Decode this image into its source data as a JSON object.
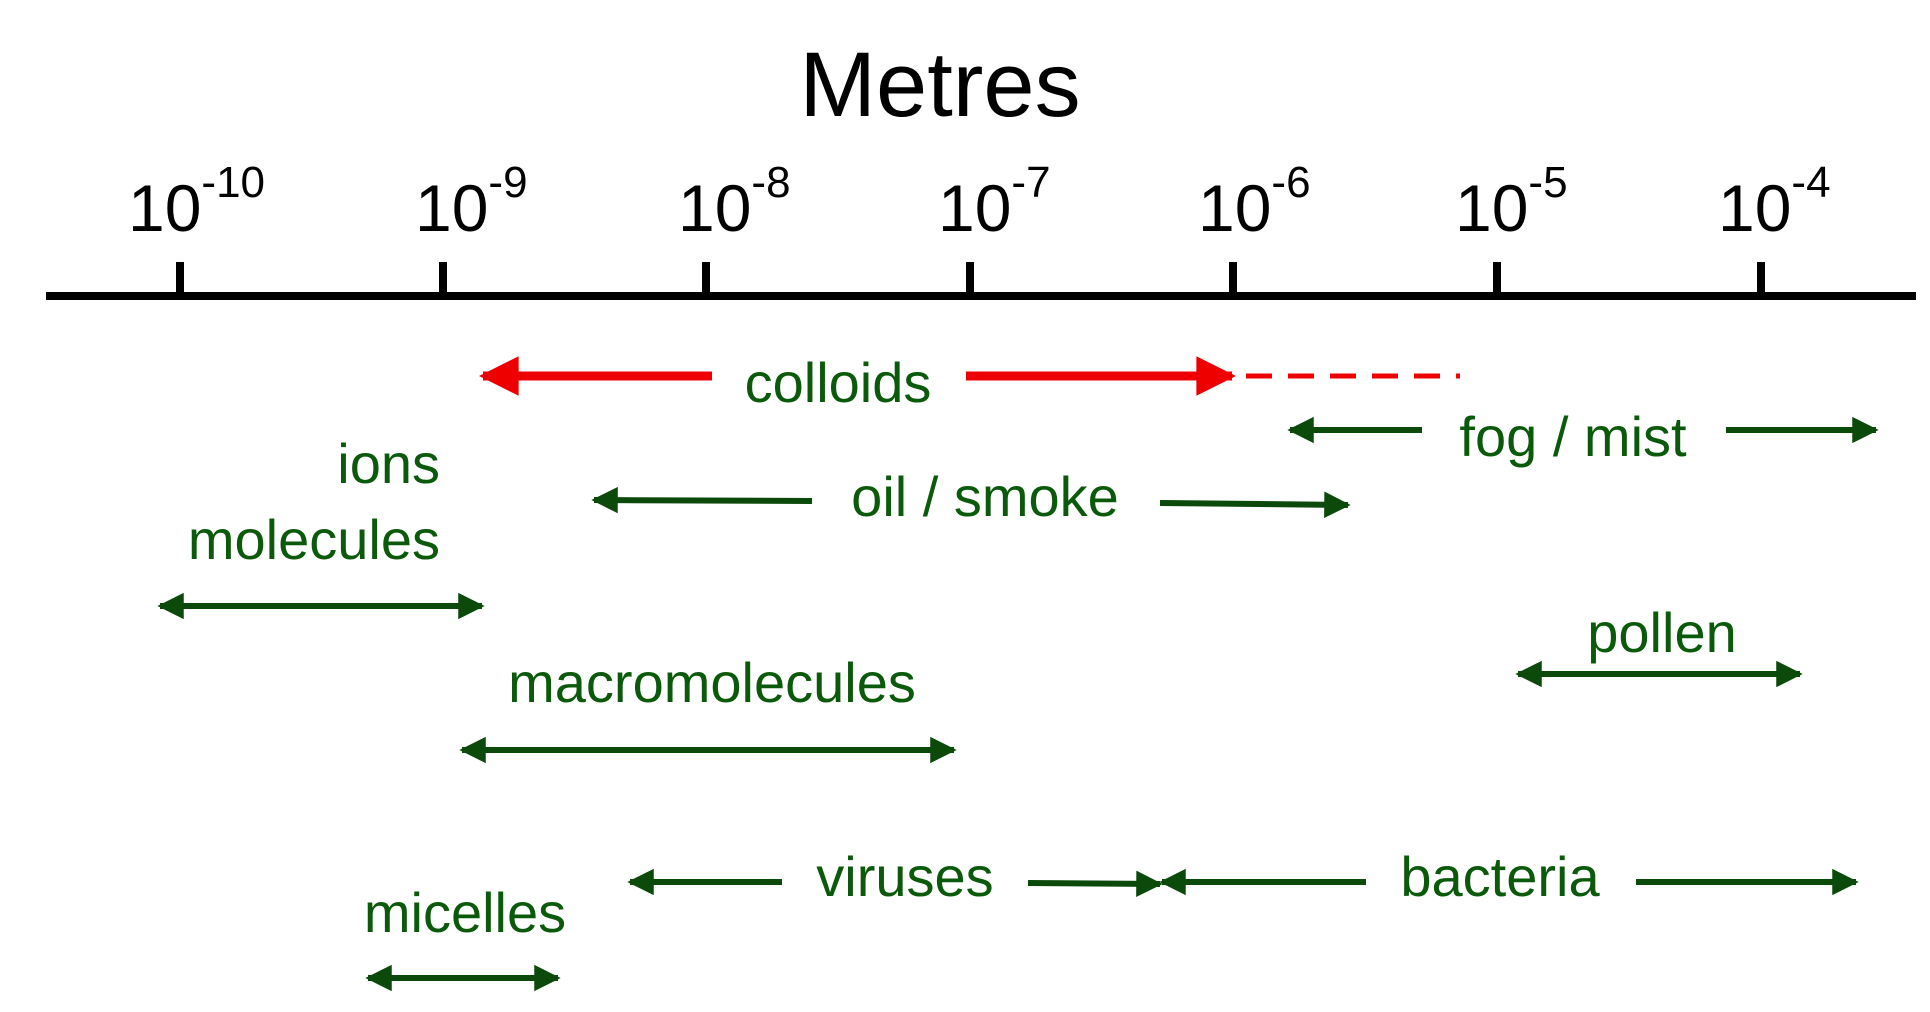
{
  "title": "Metres",
  "colors": {
    "axis": "#000000",
    "label": "#0b5a0b",
    "arrow": "#0b4a0b",
    "colloid": "#ee0000"
  },
  "axis": {
    "base": "10",
    "ticks": [
      "-10",
      "-9",
      "-8",
      "-7",
      "-6",
      "-5",
      "-4"
    ]
  },
  "ranges": {
    "colloids": "colloids",
    "fog_mist": "fog / mist",
    "ions": "ions",
    "molecules": "molecules",
    "oil_smoke": "oil / smoke",
    "pollen": "pollen",
    "macromolecules": "macromolecules",
    "viruses": "viruses",
    "bacteria": "bacteria",
    "micelles": "micelles"
  }
}
